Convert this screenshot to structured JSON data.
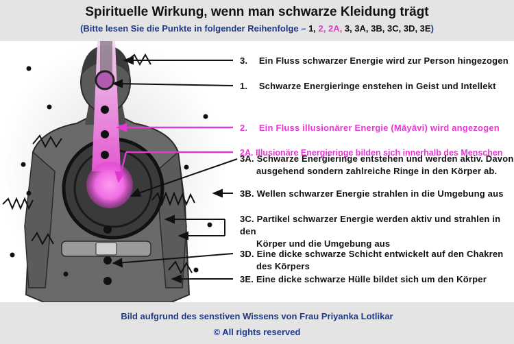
{
  "header": {
    "title": "Spirituelle Wirkung, wenn man schwarze Kleidung trägt",
    "subtitle_prefix": "(Bitte lesen Sie die Punkte in folgender Reihenfolge – ",
    "order": [
      {
        "text": "1,",
        "color": "#111111"
      },
      {
        "text": "2, 2A,",
        "color": "#e23ad0"
      },
      {
        "text": "3, 3A, 3B, 3C, 3D, 3E",
        "color": "#111111"
      }
    ],
    "subtitle_suffix": ")",
    "subtitle_color": "#1f3a8a"
  },
  "labels": [
    {
      "num": "3.",
      "line1": "Ein Fluss schwarzer Energie wird zur Person hingezogen",
      "line2": "",
      "color": "#111111"
    },
    {
      "num": "1.",
      "line1": "Schwarze Energieringe enstehen in Geist und Intellekt",
      "line2": "",
      "color": "#111111"
    },
    {
      "num": "2.",
      "line1": "Ein Fluss illusionärer Energie (Māyāvi) wird angezogen",
      "line2": "",
      "color": "#e23ad0"
    },
    {
      "num": "2A.",
      "line1": "Illusionäre Energieringe bilden sich innerhalb des Menschen",
      "line2": "",
      "color": "#e23ad0"
    },
    {
      "num": "3A.",
      "line1": "Schwarze Energieringe entstehen und werden aktiv. Davon",
      "line2": "ausgehend sondern zahlreiche Ringe in den Körper ab.",
      "color": "#111111"
    },
    {
      "num": "3B.",
      "line1": "Wellen schwarzer Energie strahlen in die Umgebung aus",
      "line2": "",
      "color": "#111111"
    },
    {
      "num": "3C.",
      "line1": "Partikel schwarzer Energie werden aktiv und strahlen in den",
      "line2": "Körper und die Umgebung aus",
      "color": "#111111"
    },
    {
      "num": "3D.",
      "line1": "Eine dicke schwarze Schicht entwickelt auf den Chakren",
      "line2": "des Körpers",
      "color": "#111111"
    },
    {
      "num": "3E.",
      "line1": "Eine dicke schwarze Hülle bildet sich um den Körper",
      "line2": "",
      "color": "#111111"
    }
  ],
  "footer": {
    "credit": "Bild aufgrund des senstiven Wissens von Frau Priyanka Lotlikar",
    "rights": "© All rights reserved"
  }
}
